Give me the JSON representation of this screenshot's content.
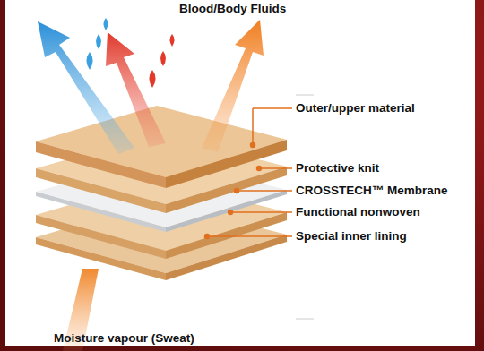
{
  "diagram": {
    "labels": [
      "Blood/Body Fluids",
      "Outer/upper material",
      "Protective knit",
      "CROSSTECH™ Membrane",
      "Functional nonwoven",
      "Special inner lining",
      "Moisture vapour (Sweat)"
    ]
  }
}
